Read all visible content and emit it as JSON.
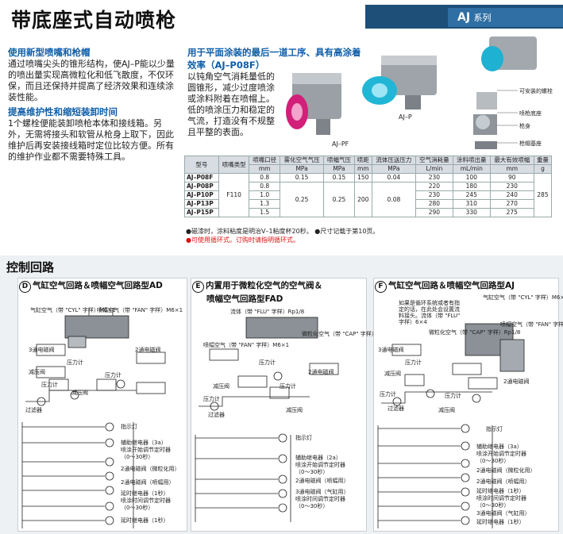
{
  "header": {
    "title": "带底座式自动喷枪",
    "series": "AJ",
    "series_suffix": "系列"
  },
  "features": [
    {
      "heading": "使用新型喷嘴和枪帽",
      "text": "通过喷嘴尖头的锥形结构，使AJ–P能以少量的喷出量实现高微粒化和低飞散度，不仅环保，而且还保持并提高了经济效果和连续涂装性能。"
    },
    {
      "heading": "提高维护性和缩短装卸时间",
      "text": "1个螺栓便能装卸喷枪本体和接线箱。另外，无需将接头和软管从枪身上取下，因此维护后再安装接线箱时定位比较方便。所有的维护作业都不需要特殊工具。"
    },
    {
      "heading": "用于平面涂装的最后一道工序、具有高涂着效率（AJ–P08F）",
      "text": "以钝角空气消耗量低的圆锥形，减少过度喷涂或涂料附着在喷帽上。低的喷涂压力和稳定的气流，打造没有不规整且平整的表面。"
    }
  ],
  "products": {
    "p1": "AJ–PF",
    "p2": "AJ–P",
    "callouts": [
      "可安装的螺栓",
      "喷枪底座",
      "枪身",
      "枪帽基座"
    ]
  },
  "spec_table": {
    "headers": [
      "型号",
      "喷嘴类型",
      "喷嘴口径",
      "雾化空气气压",
      "喷幅气压",
      "喷距",
      "流体压送压力",
      "空气消耗量",
      "涂料喷出量",
      "最大有效喷幅",
      "重量"
    ],
    "units": [
      "",
      "",
      "mm",
      "MPa",
      "MPa",
      "mm",
      "MPa",
      "L/min",
      "mL/min",
      "mm",
      "g"
    ],
    "nozzle_type": "F110",
    "atom_press_first": "0.15",
    "atom_press_rest": "0.25",
    "pattern_press_first": "0.15",
    "pattern_press_rest": "0.25",
    "dist_first": "150",
    "dist_rest": "200",
    "fluid_first": "0.04",
    "fluid_rest": "0.08",
    "weight": "285",
    "rows": [
      {
        "model": "AJ–P08F",
        "bore": "0.8",
        "air": "230",
        "paint": "100",
        "width": "90"
      },
      {
        "model": "AJ–P08P",
        "bore": "0.8",
        "air": "220",
        "paint": "180",
        "width": "230"
      },
      {
        "model": "AJ–P10P",
        "bore": "1.0",
        "air": "230",
        "paint": "245",
        "width": "240"
      },
      {
        "model": "AJ–P13P",
        "bore": "1.3",
        "air": "280",
        "paint": "310",
        "width": "270"
      },
      {
        "model": "AJ–P15P",
        "bore": "1.5",
        "air": "290",
        "paint": "330",
        "width": "275"
      }
    ]
  },
  "notes": {
    "n1": "●磁漆时，涂料粘度是明治V–1粘度杯20秒。 ●尺寸记载于第10页。",
    "n2": "●可使用循环式。订购时请指明循环式。"
  },
  "control": {
    "section_title": "控制回路",
    "d": {
      "letter": "D",
      "title": "气缸空气回路＆喷幅空气回路型AD"
    },
    "e": {
      "letter": "E",
      "title1": "内置用于微粒化空气的空气阀＆",
      "title2": "喷幅空气回路型FAD"
    },
    "f": {
      "letter": "F",
      "title": "气缸空气回路＆喷幅空气回路型AJ"
    },
    "labels": {
      "valve3": "3通电磁阀",
      "valve2": "2通电磁阀",
      "reducer": "减压阀",
      "gauge": "压力计",
      "filter": "过滤器",
      "lamp": "指示灯",
      "relay_aux": "辅助继电器（3a）",
      "relay_aux2": "辅助继电器（2a）",
      "timer_start": "喷涂开始调节定时器",
      "range30": "（0～30秒）",
      "atom_valve": "2通电磁阀（微粒化用）",
      "pattern_valve": "2通电磁阀（喷幅用）",
      "delay_relay": "延时继电器（1秒）",
      "spray_timer": "喷涂时间调节定时器",
      "cyl_valve": "3通电磁阀（气缸用）",
      "cyl_text": "气缸空气（带 \"CYL\" 字样）M6×1",
      "fan_text": "喷幅空气（带 \"FAN\" 字样）M6×1",
      "cap_text": "微粒化空气（带 \"CAP\" 字样）Rp1/8",
      "flu_text": "流体（带 \"FLU\" 字样）Rp1/8",
      "f_note": "如果是循环系统或者有指定的话，在此处会设置流料接头。流体（带 \"FLU\" 字样）6×4"
    }
  }
}
